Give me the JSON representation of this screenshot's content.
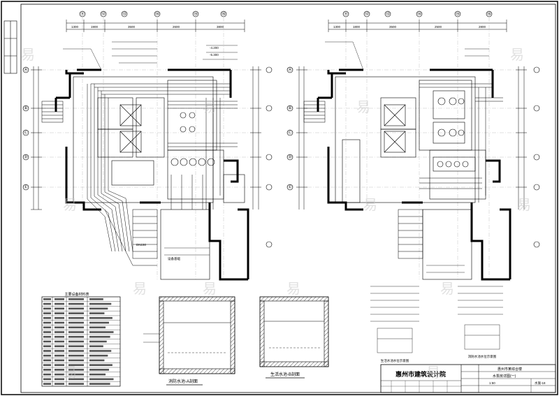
{
  "grid": {
    "top_left": [
      "⑪",
      "⑫",
      "⑬",
      "⑭",
      "⑮",
      "⑯"
    ],
    "top_right": [
      "⑪",
      "⑫",
      "⑬",
      "⑭",
      "⑮",
      "⑯"
    ],
    "left_rows": [
      "Ⓐ",
      "Ⓑ",
      "Ⓒ",
      "Ⓓ",
      "Ⓔ"
    ],
    "right_rows": [
      "Ⓐ",
      "Ⓑ",
      "Ⓒ",
      "Ⓓ",
      "Ⓔ"
    ]
  },
  "dims": {
    "top_left": [
      "1300",
      "1900",
      "3500",
      "2600",
      "3800"
    ],
    "top_right": [
      "1300",
      "1800",
      "3500",
      "2500",
      "2800"
    ]
  },
  "labels": {
    "section_a": "消防水池-A剖面",
    "section_b": "生活水池-B剖面",
    "legend_heading": "主要设备材料表",
    "note_left": "生活水池水位示意图",
    "note_right": "消防水池水位示意图",
    "plan_note_1": "设备基础",
    "plan_note_2": "DN150",
    "level_1": "-4.200",
    "level_2": "-5.300"
  },
  "title_block": {
    "institute": "惠州市建筑设计院",
    "project": "惠州市某综合楼",
    "drawing": "水泵房详图(一)",
    "scale": "1:50",
    "sheet": "水施-18"
  },
  "watermark": "易"
}
